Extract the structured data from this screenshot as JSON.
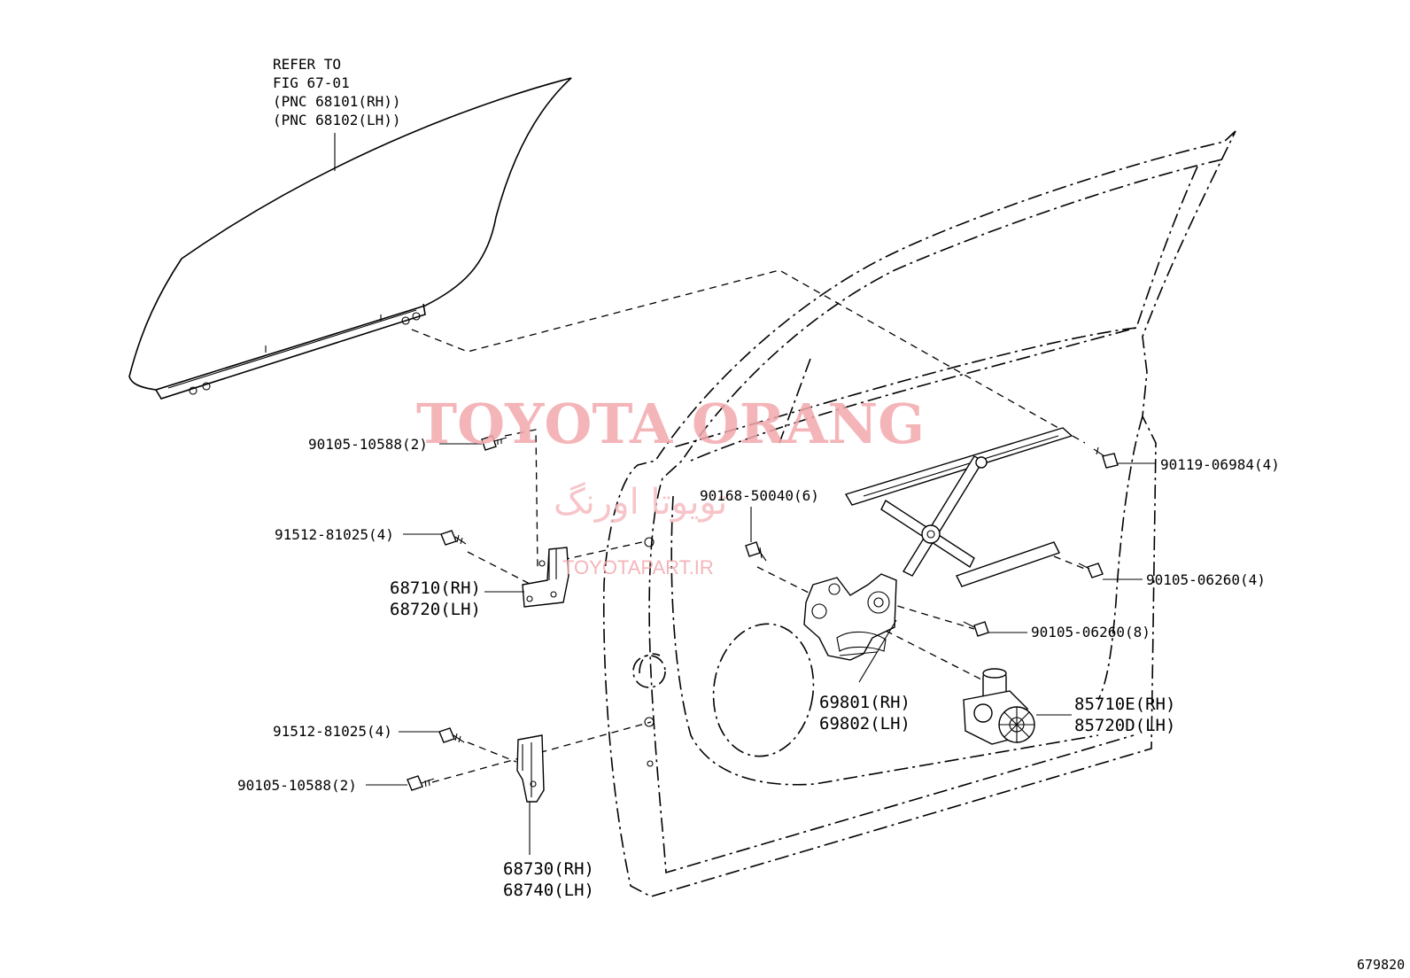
{
  "watermark": {
    "main": "TOYOTA ORANG",
    "persian": "تویوتا اورنگ",
    "site": "TOYOTAPART.IR"
  },
  "reference": {
    "line1": "REFER TO",
    "line2": "FIG 67-01",
    "line3": "(PNC 68101(RH))",
    "line4": "(PNC 68102(LH))"
  },
  "labels": {
    "bolt_upper_left": "90105-10588(2)",
    "bolt_91512_upper": "91512-81025(4)",
    "hinge_upper_rh": "68710(RH)",
    "hinge_upper_lh": "68720(LH)",
    "bolt_91512_lower": "91512-81025(4)",
    "bolt_lower_left": "90105-10588(2)",
    "hinge_lower_rh": "68730(RH)",
    "hinge_lower_lh": "68740(LH)",
    "screw_90168": "90168-50040(6)",
    "bolt_90119": "90119-06984(4)",
    "bolt_90105_06260_a": "90105-06260(4)",
    "bolt_90105_06260_b": "90105-06260(8)",
    "regulator_rh": "69801(RH)",
    "regulator_lh": "69802(LH)",
    "motor_rh": "85710E(RH)",
    "motor_lh": "85720D(LH)"
  },
  "figure_code": "679820"
}
